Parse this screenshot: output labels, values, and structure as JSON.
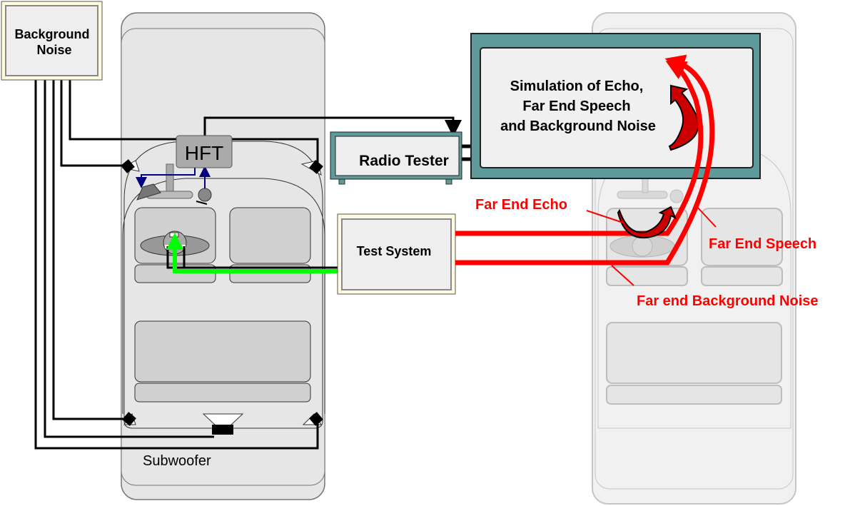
{
  "labels": {
    "background_noise_1": "Background",
    "background_noise_2": "Noise",
    "hft": "HFT",
    "radio_tester": "Radio Tester",
    "simulation_1": "Simulation of Echo,",
    "simulation_2": "Far End Speech",
    "simulation_3": "and Background Noise",
    "test_system": "Test System",
    "far_end_echo": "Far End Echo",
    "far_end_speech": "Far End Speech",
    "far_end_background_noise": "Far end Background Noise",
    "subwoofer": "Subwoofer"
  },
  "colors": {
    "signal_red": "#ff0000",
    "test_green": "#00ff00",
    "monitor_teal": "#5f9a9a",
    "box_border_yellow": "#e8e0a0"
  }
}
